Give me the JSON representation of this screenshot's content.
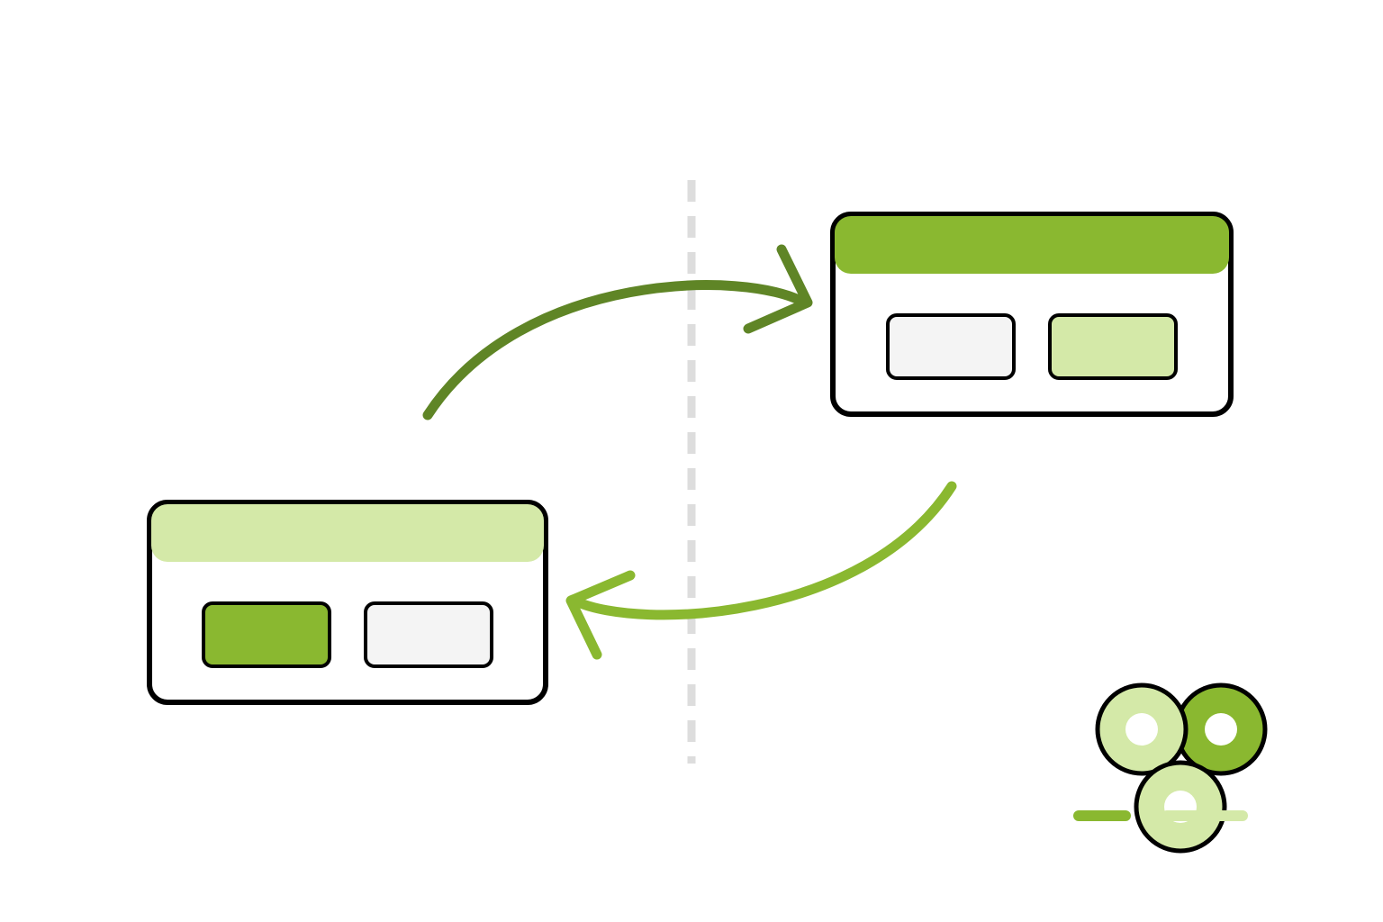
{
  "colors": {
    "background": "#ffffff",
    "outline": "#000000",
    "green_dark": "#5f8526",
    "green_primary": "#8ab830",
    "green_light": "#d4e9a8",
    "button_neutral": "#f4f4f4",
    "divider": "#dddddd"
  },
  "icons": {
    "forward_arrow": "curved-arrow-right-icon",
    "return_arrow": "curved-arrow-left-icon",
    "users": "user-group-icon"
  },
  "window_left": {
    "header_color": "light-green",
    "buttons": [
      {
        "fill": "primary-green"
      },
      {
        "fill": "neutral"
      }
    ]
  },
  "window_right": {
    "header_color": "primary-green",
    "buttons": [
      {
        "fill": "neutral"
      },
      {
        "fill": "light-green"
      }
    ]
  }
}
